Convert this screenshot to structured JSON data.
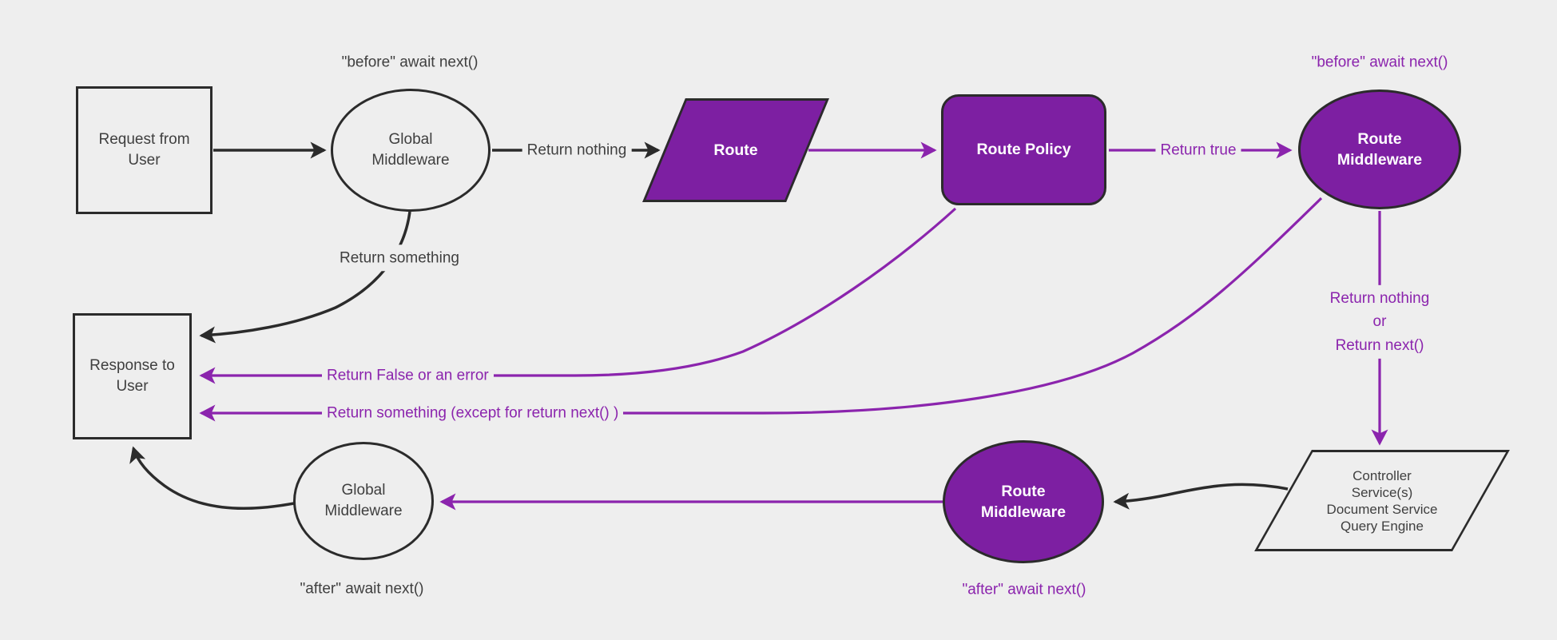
{
  "colors": {
    "background": "#eeeeee",
    "dark_line": "#2b2b2b",
    "text_dark": "#3f3f3f",
    "purple_fill": "#7d1fa2",
    "purple_line": "#8b24ad",
    "text_light": "#ffffff"
  },
  "nodes": {
    "request": {
      "label": "Request from\nUser"
    },
    "global_middleware_top": {
      "label": "Global\nMiddleware"
    },
    "route": {
      "label": "Route"
    },
    "route_policy": {
      "label": "Route Policy"
    },
    "route_middleware_top": {
      "label": "Route\nMiddleware"
    },
    "controller_services": {
      "label": "Controller\nService(s)\nDocument Service\nQuery Engine"
    },
    "route_middleware_bottom": {
      "label": "Route\nMiddleware"
    },
    "global_middleware_bottom": {
      "label": "Global\nMiddleware"
    },
    "response": {
      "label": "Response to\nUser"
    }
  },
  "labels": {
    "before_await_global": "\"before\" await next()",
    "return_nothing": "Return nothing",
    "return_something": "Return something",
    "return_true": "Return true",
    "before_await_route": "\"before\" await next()",
    "return_nothing_or_next": "Return nothing\nor\nReturn next()",
    "return_false_or_error": "Return False or an error",
    "return_something_except": "Return something (except for return next() )",
    "after_await_route": "\"after\" await next()",
    "after_await_global": "\"after\" await next()"
  }
}
